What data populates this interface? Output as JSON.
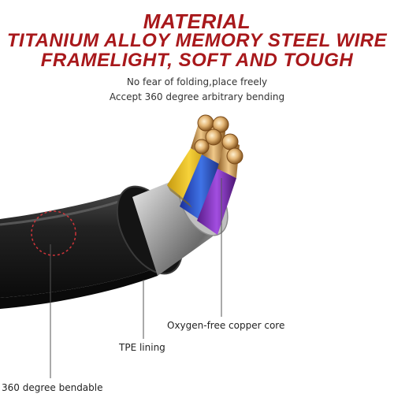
{
  "headline": {
    "line1": "MATERIAL",
    "line2": "TITANIUM ALLOY MEMORY STEEL WIRE",
    "line3": "FRAMELIGHT, SOFT AND TOUGH"
  },
  "subtitle": {
    "line1": "No fear of folding,place freely",
    "line2": "Accept 360 degree arbitrary bending"
  },
  "callouts": {
    "copper_core": "Oxygen-free copper core",
    "tpe_lining": "TPE lining",
    "bendable": "360 degree bendable"
  },
  "colors": {
    "headline": "#a8181b",
    "cable_jacket": "#1a1a1a",
    "callout_marker": "#d0343a"
  }
}
